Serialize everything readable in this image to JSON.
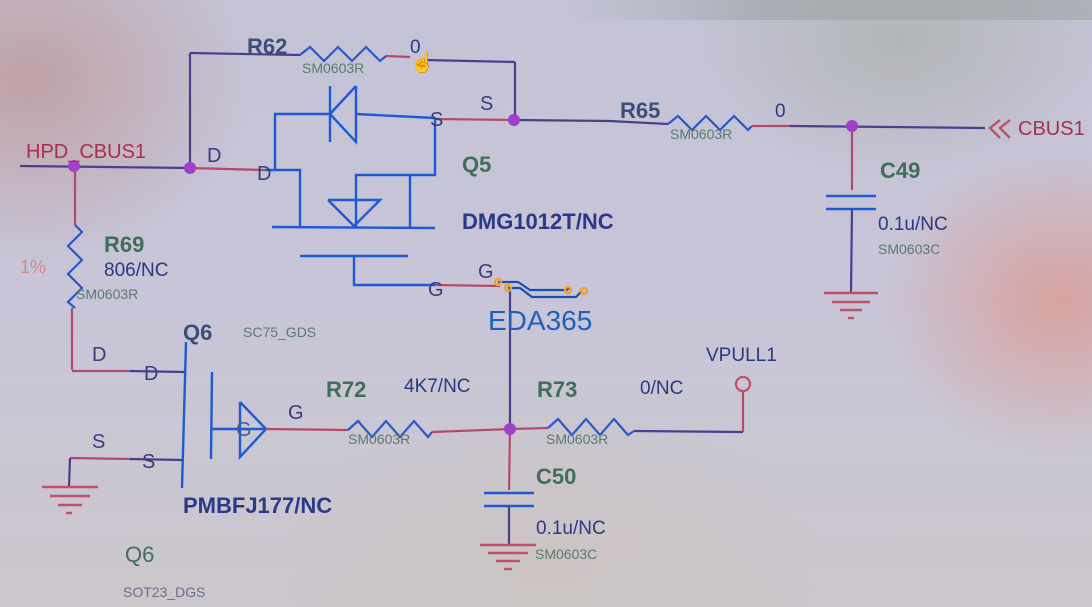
{
  "schematic": {
    "nets": {
      "left_net": "HPD_CBUS1",
      "right_port": "CBUS1",
      "pullup_port": "VPULL1"
    },
    "components": {
      "R62": {
        "ref": "R62",
        "value": "0",
        "footprint": "SM0603R"
      },
      "R65": {
        "ref": "R65",
        "value": "0",
        "footprint": "SM0603R"
      },
      "R69": {
        "ref": "R69",
        "value": "806/NC",
        "footprint": "SM0603R",
        "tolerance": "1%"
      },
      "R72": {
        "ref": "R72",
        "value": "4K7/NC",
        "footprint": "SM0603R"
      },
      "R73": {
        "ref": "R73",
        "value": "0/NC",
        "footprint": "SM0603R"
      },
      "C49": {
        "ref": "C49",
        "value": "0.1u/NC",
        "footprint": "SM0603C"
      },
      "C50": {
        "ref": "C50",
        "value": "0.1u/NC",
        "footprint": "SM0603C"
      },
      "Q5": {
        "ref": "Q5",
        "part": "DMG1012T/NC"
      },
      "Q6": {
        "ref": "Q6",
        "part": "PMBFJ177/NC",
        "footprint": "SC75_GDS",
        "alt_ref": "Q6",
        "alt_footprint": "SOT23_DGS"
      }
    },
    "pins": {
      "drain": "D",
      "source": "S",
      "gate": "G"
    },
    "watermark": "EDA365",
    "colors": {
      "wire": "#4b3f8c",
      "symbol": "#1f5ad6",
      "junction": "#a23fc8",
      "net_label": "#a8304e",
      "refdes": "#3f6f58",
      "watermark": "#1d62b8",
      "watermark_pads": "#f0a32a"
    },
    "cursor": "hand-pointer-icon"
  }
}
